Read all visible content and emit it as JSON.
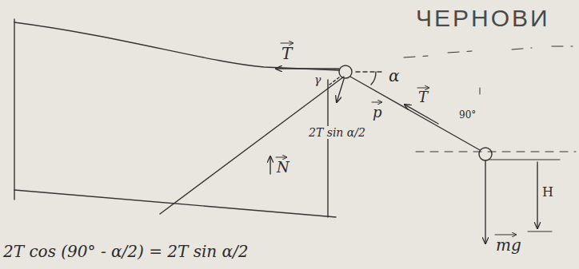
{
  "diagram": {
    "labels": [
      "ЧЕРНОВИ",
      "T",
      "α",
      "γ",
      "2T sin α/2",
      "p",
      "T",
      "90°",
      "N",
      "H",
      "mg",
      "2T cos (90° - α/2) = 2T sin α/2"
    ]
  }
}
